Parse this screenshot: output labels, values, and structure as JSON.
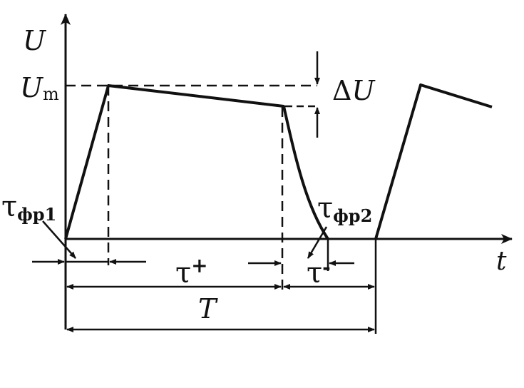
{
  "labels": {
    "y_axis": "U",
    "x_axis": "t",
    "um_main": "U",
    "um_sub": "m",
    "delta_u_symbol": "Δ",
    "delta_u_var": "U",
    "tau_fr1_main": "τ",
    "tau_fr1_sub": "фр1",
    "tau_fr2_main": "τ",
    "tau_fr2_sub": "фр2",
    "tau_plus_main": "τ",
    "tau_plus_sup": "+",
    "tau_minus_main": "τ",
    "tau_minus_sup": "-",
    "period": "T"
  },
  "colors": {
    "ink": "#111111",
    "background": "#ffffff"
  }
}
